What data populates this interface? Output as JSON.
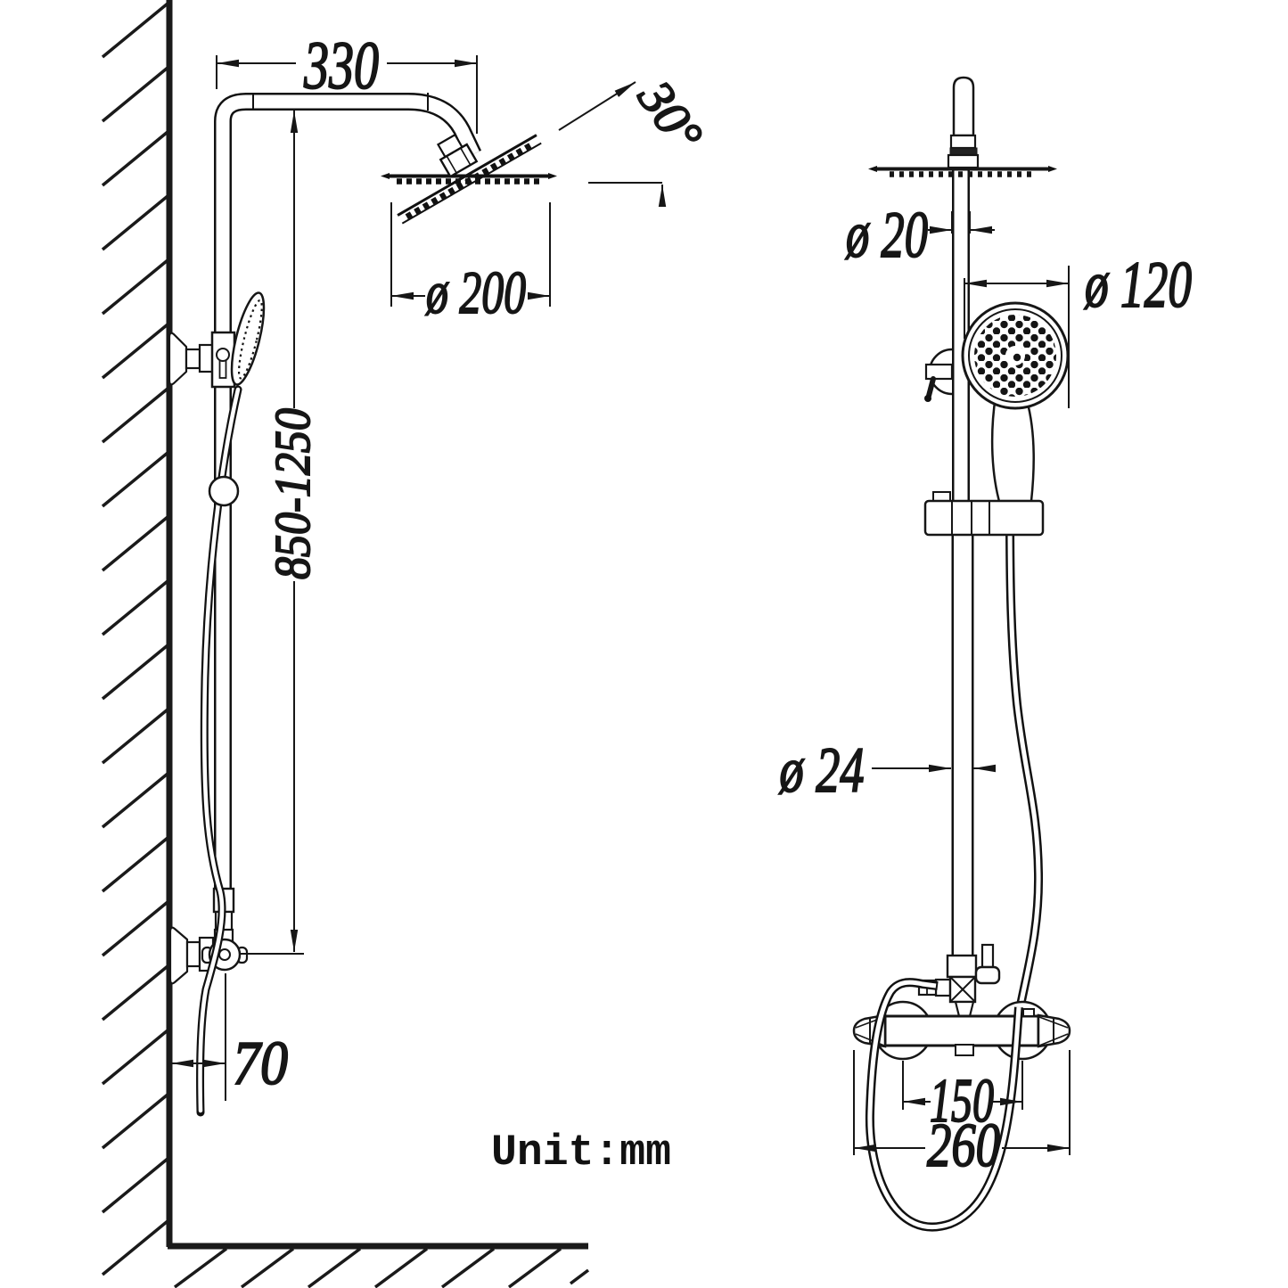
{
  "colors": {
    "background": "#ffffff",
    "line": "#1a1a1a"
  },
  "unit_label": "Unit:mm",
  "side_view": {
    "arm_length": "330",
    "head_tilt_angle": "30°",
    "rain_head_diameter": "ø 200",
    "riser_height_range": "850-1250",
    "wall_clearance": "70"
  },
  "front_view": {
    "upper_pipe_diameter": "ø 20",
    "hand_shower_diameter": "ø 120",
    "riser_pipe_diameter": "ø 24",
    "valve_inlet_spacing": "150",
    "valve_overall_width": "260"
  }
}
